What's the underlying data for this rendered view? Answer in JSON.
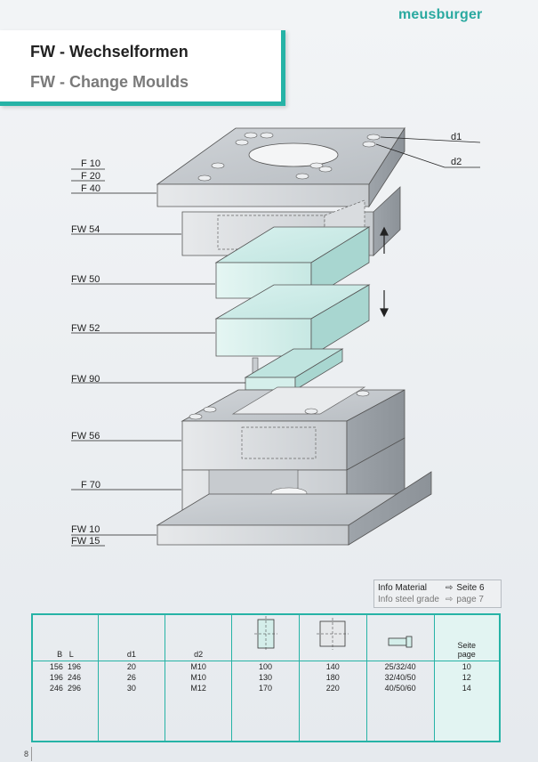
{
  "brand": "meusburger",
  "title": {
    "de": "FW - Wechselformen",
    "en": "FW - Change Moulds"
  },
  "drawing_labels": {
    "d1": "d1",
    "d2": "d2",
    "f10": "F 10",
    "f20": "F 20",
    "f40": "F 40",
    "fw54": "FW 54",
    "fw50": "FW 50",
    "fw52": "FW 52",
    "fw90": "FW 90",
    "fw56": "FW 56",
    "f70": "F 70",
    "fw10": "FW 10",
    "fw15": "FW 15"
  },
  "info": {
    "material_label": "Info Material",
    "material_ref": "Seite 6",
    "steel_label": "Info steel grade",
    "steel_ref": "page 7"
  },
  "table": {
    "headers": {
      "b": "B",
      "l": "L",
      "d1": "d1",
      "d2": "d2",
      "seite": "Seite",
      "page": "page"
    },
    "rows": [
      {
        "b": "156",
        "l": "196",
        "d1": "20",
        "d2": "M10",
        "c5": "100",
        "c6": "140",
        "c7": "25/32/40",
        "page": "10"
      },
      {
        "b": "196",
        "l": "246",
        "d1": "26",
        "d2": "M10",
        "c5": "130",
        "c6": "180",
        "c7": "32/40/50",
        "page": "12"
      },
      {
        "b": "246",
        "l": "296",
        "d1": "30",
        "d2": "M12",
        "c5": "170",
        "c6": "220",
        "c7": "40/50/60",
        "page": "14"
      }
    ]
  },
  "footer": {
    "page_number": "8"
  },
  "colors": {
    "accent": "#26b3a6",
    "plate": "#d6d9dc",
    "cavity": "#cfeee9"
  }
}
